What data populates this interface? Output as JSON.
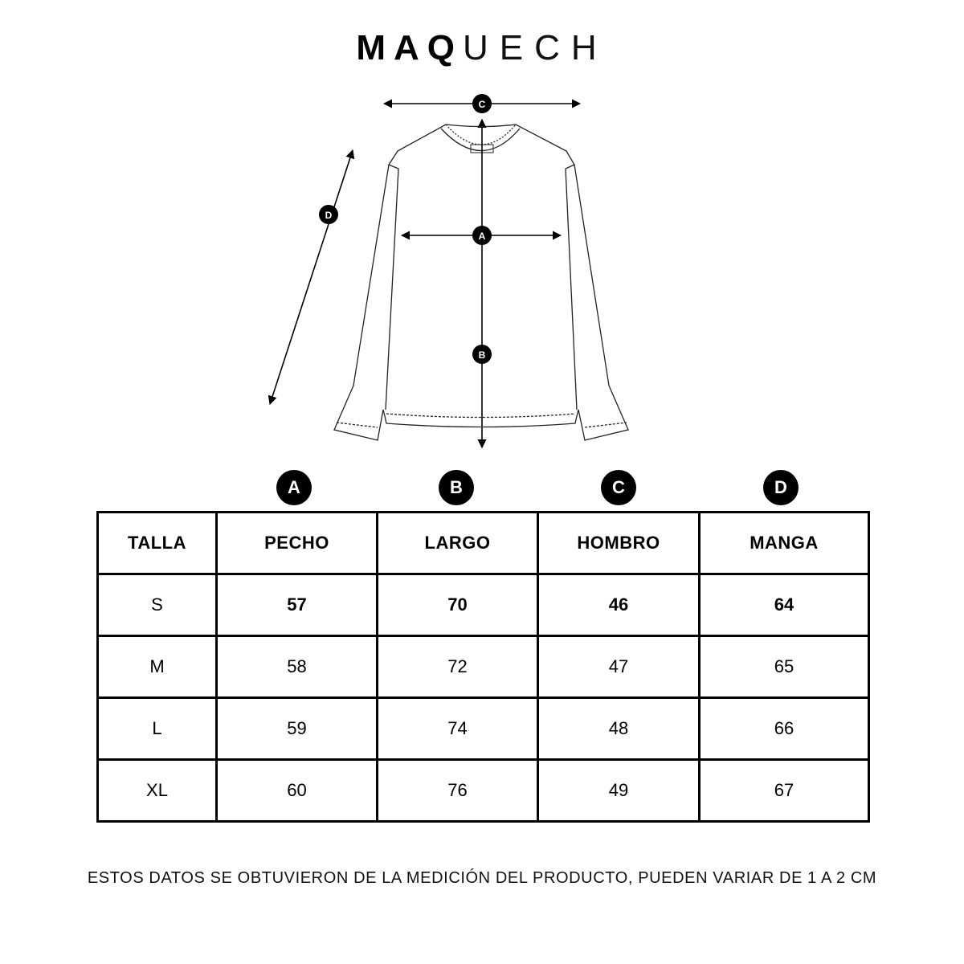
{
  "brand": {
    "bold_part": "MAQ",
    "light_part": "UECH"
  },
  "diagram": {
    "markers": {
      "a": "A",
      "b": "B",
      "c": "C",
      "d": "D"
    }
  },
  "columns_badges": [
    "A",
    "B",
    "C",
    "D"
  ],
  "table": {
    "headers": [
      "TALLA",
      "PECHO",
      "LARGO",
      "HOMBRO",
      "MANGA"
    ],
    "rows": [
      {
        "size": "S",
        "values": [
          "57",
          "70",
          "46",
          "64"
        ]
      },
      {
        "size": "M",
        "values": [
          "58",
          "72",
          "47",
          "65"
        ]
      },
      {
        "size": "L",
        "values": [
          "59",
          "74",
          "48",
          "66"
        ]
      },
      {
        "size": "XL",
        "values": [
          "60",
          "76",
          "49",
          "67"
        ]
      }
    ]
  },
  "footnote": "ESTOS DATOS SE OBTUVIERON DE LA MEDICIÓN DEL PRODUCTO, PUEDEN VARIAR DE 1 A 2 CM"
}
